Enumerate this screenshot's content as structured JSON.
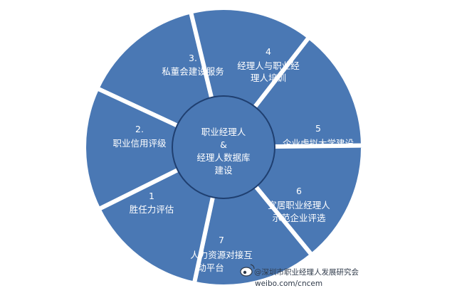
{
  "center": {
    "lines": [
      "职业经理人",
      "&",
      "经理人数据库",
      "建设"
    ]
  },
  "segments": [
    {
      "number": "3.",
      "lines": [
        "私董会建设服务"
      ]
    },
    {
      "number": "4",
      "lines": [
        "经理人与职业经",
        "理人培训"
      ]
    },
    {
      "number": "5",
      "lines": [
        "企业虚拟大学建设"
      ]
    },
    {
      "number": "6",
      "lines": [
        "宜居职业经理人",
        "示范企业评选"
      ]
    },
    {
      "number": "7",
      "lines": [
        "人力资源对接互",
        "动平台"
      ]
    },
    {
      "number": "1",
      "lines": [
        "胜任力评估"
      ]
    },
    {
      "number": "2.",
      "lines": [
        "职业信用评级"
      ]
    }
  ],
  "watermark": {
    "line1": "@深圳市职业经理人发展研究会",
    "line2": "weibo.com/cncem"
  },
  "colors": {
    "segment_fill": "#4a78b4",
    "center_fill": "#4a78b4",
    "divider": "#ffffff",
    "center_ring": "#1f3f70"
  }
}
